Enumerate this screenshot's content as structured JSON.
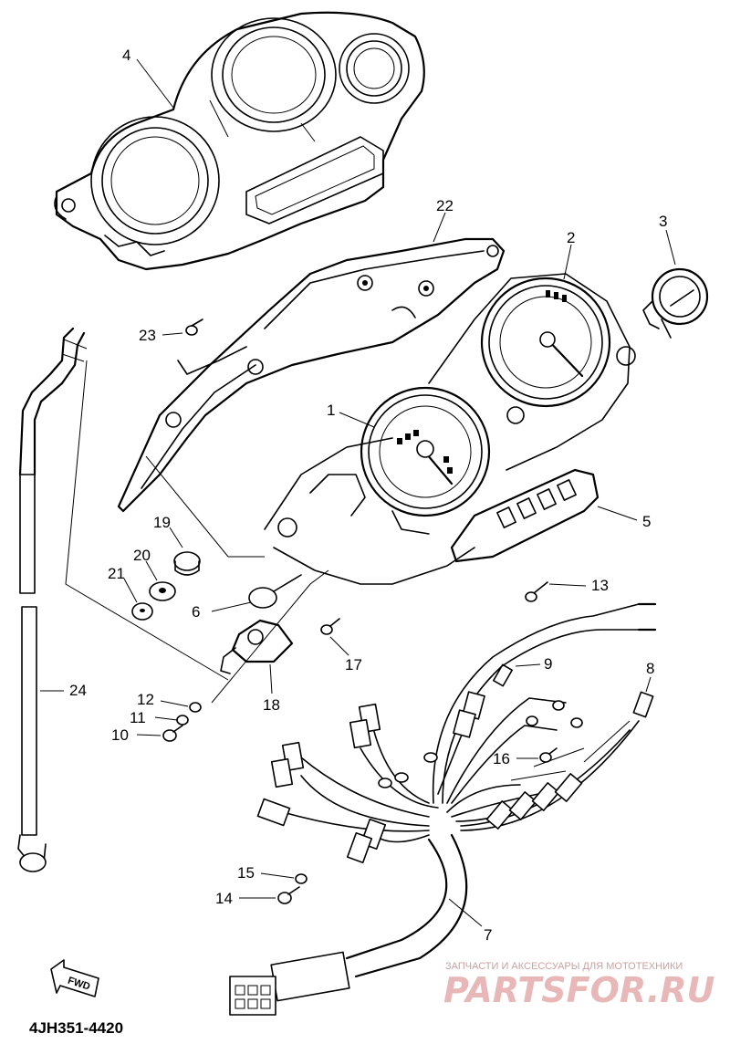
{
  "diagram_code": "4JH351-4420",
  "fwd_label": "FWD",
  "watermark": {
    "line1": "ЗАПЧАСТИ И АКСЕССУАРЫ ДЛЯ МОТОТЕХНИКИ",
    "line2": "PARTSFOR.RU"
  },
  "callouts": {
    "c1": "1",
    "c2": "2",
    "c3": "3",
    "c4": "4",
    "c5": "5",
    "c6": "6",
    "c7": "7",
    "c8": "8",
    "c9": "9",
    "c10": "10",
    "c11": "11",
    "c12": "12",
    "c13": "13",
    "c14": "14",
    "c15": "15",
    "c16": "16",
    "c17": "17",
    "c18": "18",
    "c19": "19",
    "c20": "20",
    "c21": "21",
    "c22": "22",
    "c23": "23",
    "c24": "24"
  }
}
